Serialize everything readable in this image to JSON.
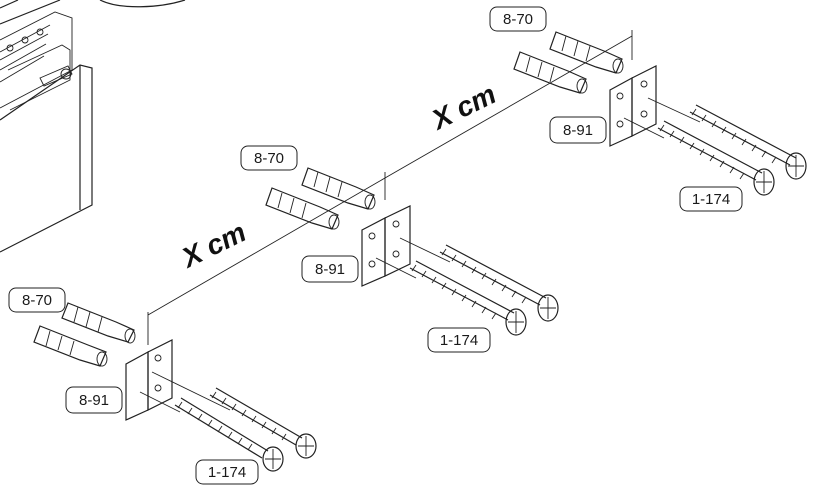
{
  "diagram": {
    "dimension_labels": [
      "X cm",
      "X cm"
    ],
    "groups": [
      {
        "anchor_label": "8-70",
        "plate_label": "8-91",
        "screw_label": "1-174"
      },
      {
        "anchor_label": "8-70",
        "plate_label": "8-91",
        "screw_label": "1-174"
      },
      {
        "anchor_label": "8-70",
        "plate_label": "8-91",
        "screw_label": "1-174"
      }
    ]
  },
  "colors": {
    "stroke": "#222222",
    "fill": "#ffffff"
  }
}
